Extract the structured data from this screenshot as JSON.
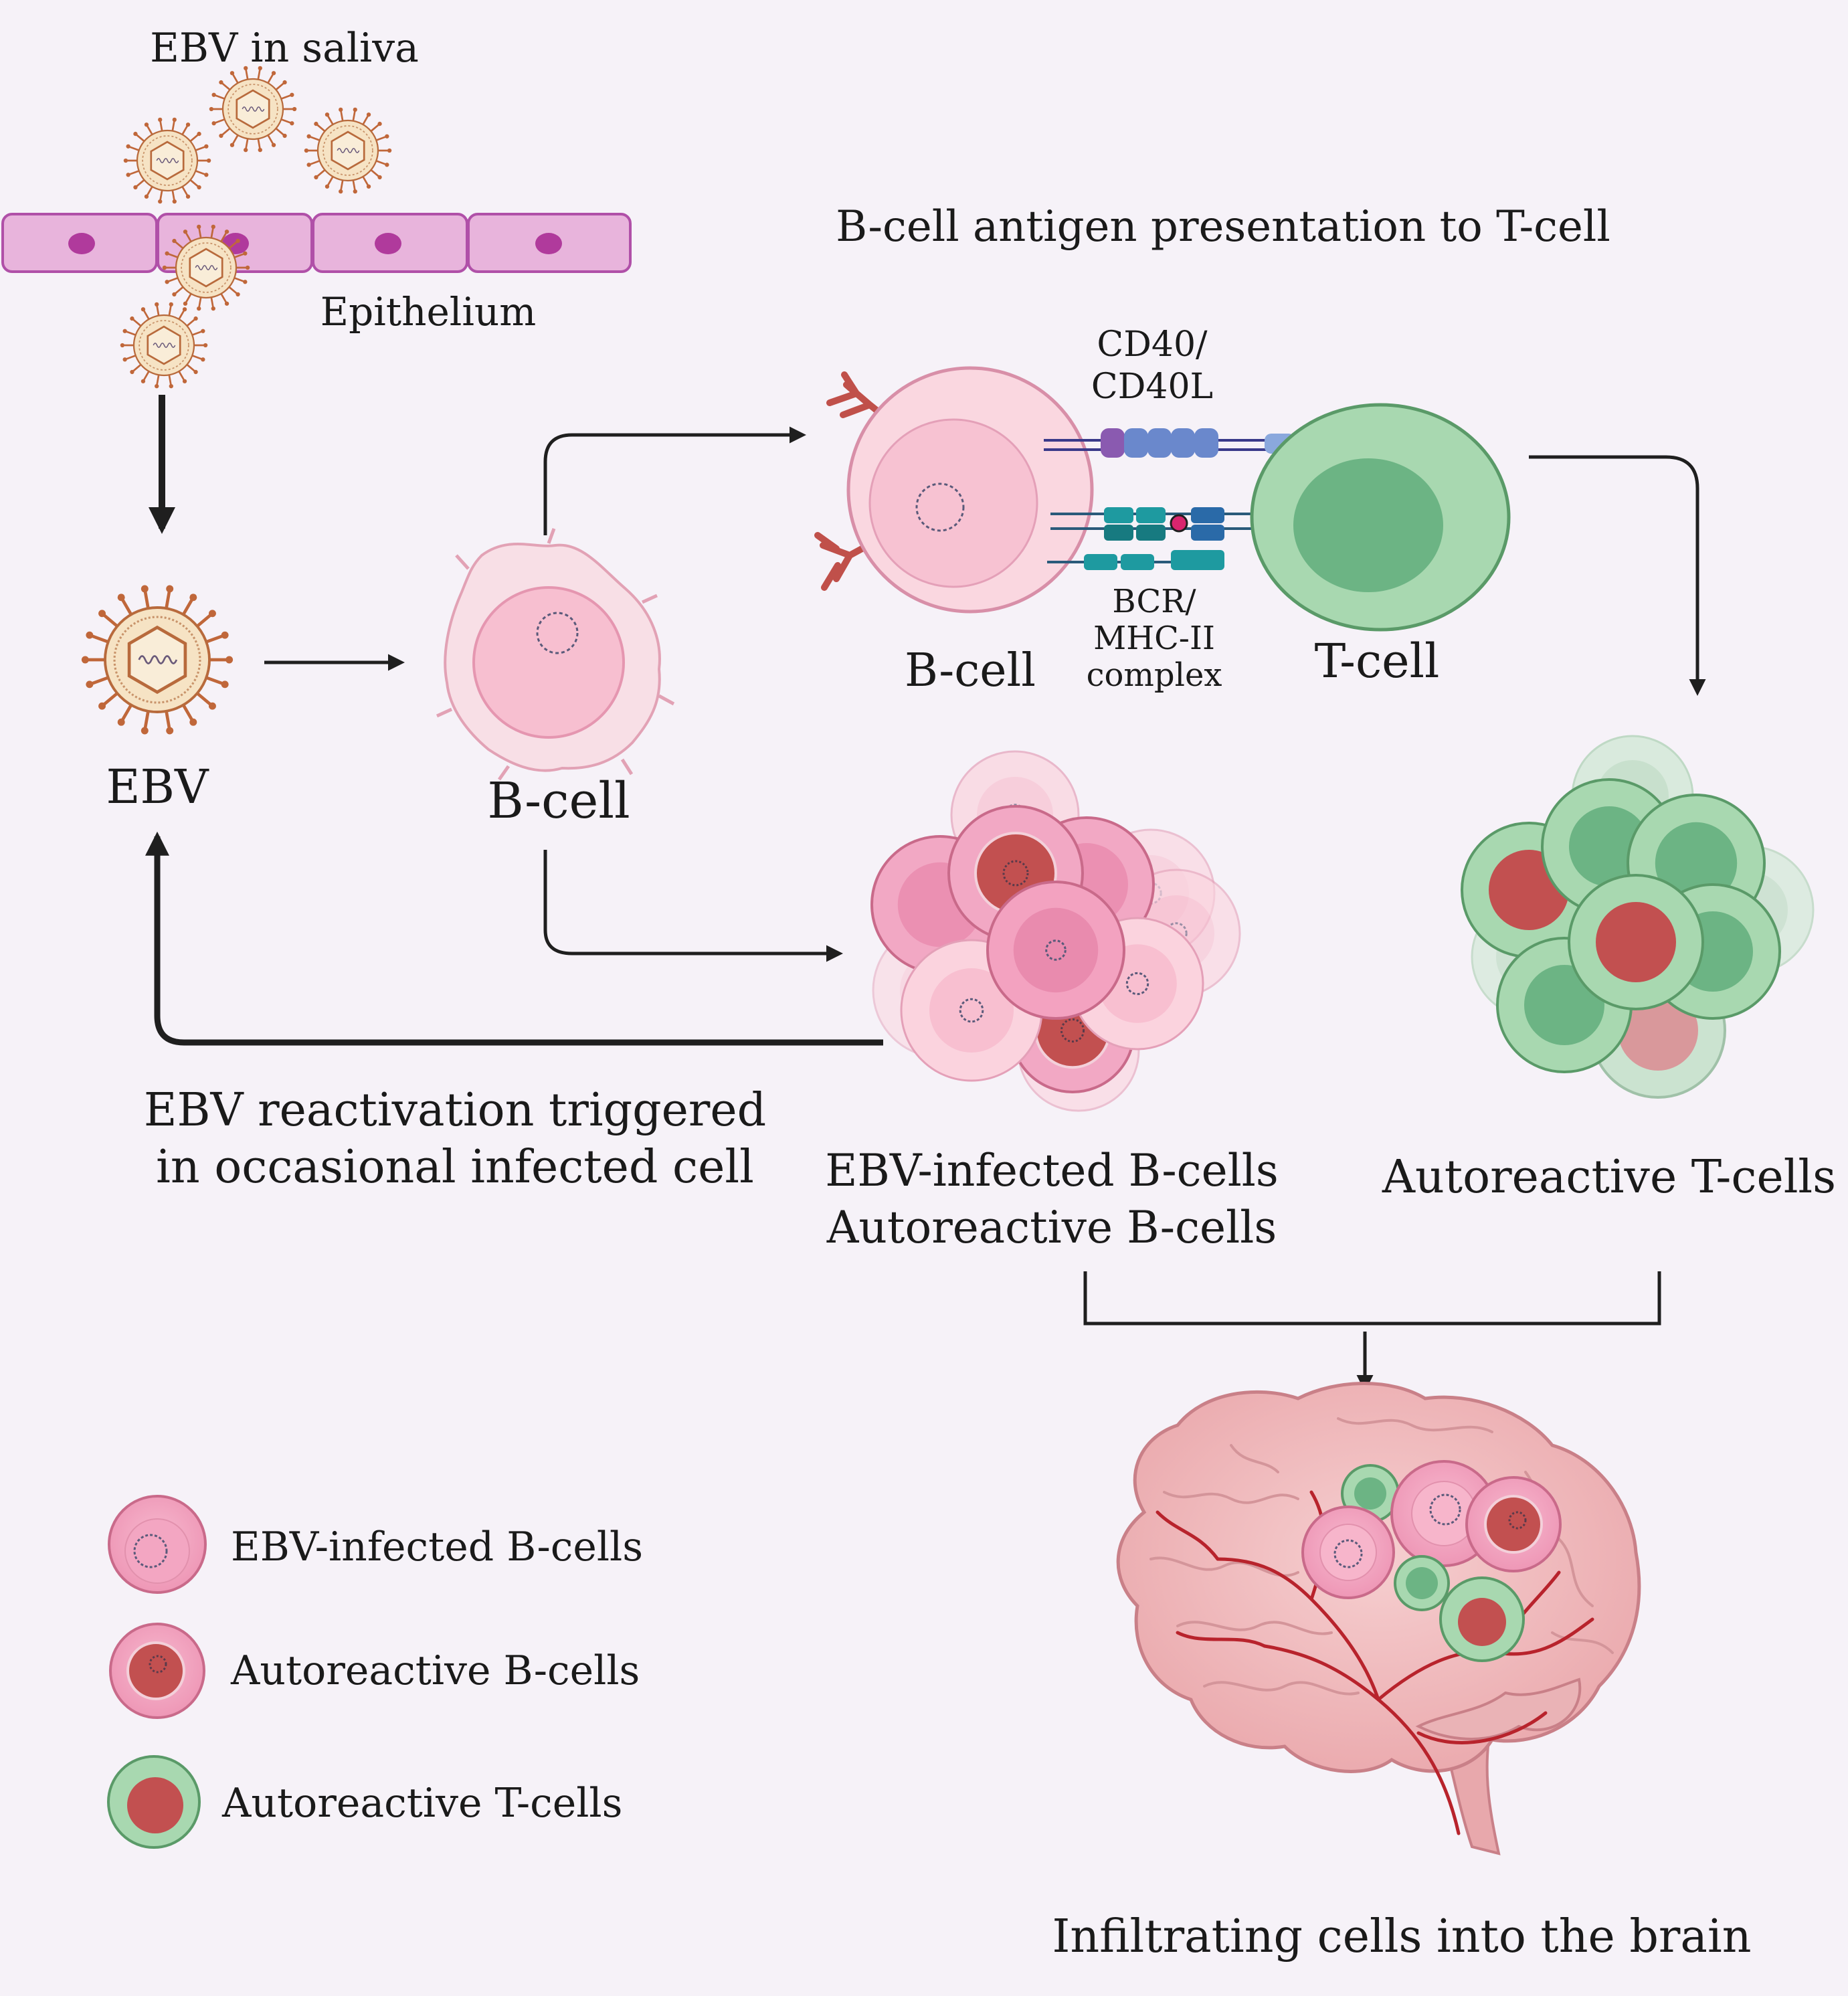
{
  "labels": {
    "ebv_saliva": "EBV in saliva",
    "epithelium": "Epithelium",
    "ebv": "EBV",
    "bcell_naive": "B-cell",
    "presentation_title": "B-cell antigen presentation to T-cell",
    "cd40_line1": "CD40/",
    "cd40_line2": "CD40L",
    "bcr_line1": "BCR/",
    "bcr_line2": "MHC-II",
    "bcr_line3": "complex",
    "bcell_apc": "B-cell",
    "tcell": "T-cell",
    "reactivation_line1": "EBV reactivation triggered",
    "reactivation_line2": "in occasional infected cell",
    "bcluster_line1": "EBV-infected B-cells",
    "bcluster_line2": "Autoreactive B-cells",
    "tcluster": "Autoreactive T-cells",
    "brain_caption": "Infiltrating cells into the brain"
  },
  "legend": [
    {
      "label": "EBV-infected B-cells",
      "icon": "ebv-infected-bcell-icon"
    },
    {
      "label": "Autoreactive B-cells",
      "icon": "autoreactive-bcell-icon"
    },
    {
      "label": "Autoreactive T-cells",
      "icon": "autoreactive-tcell-icon"
    }
  ],
  "colors": {
    "background": "#f6f2f8",
    "epithelium_fill": "#e8b4dc",
    "epithelium_stroke": "#b050a8",
    "epithelium_nucleus": "#b03a9c",
    "virus_capsid": "#f6e3c4",
    "virus_stroke": "#b86a3c",
    "bcell_pink": "#f2a8c4",
    "bcell_light": "#fad0dc",
    "bcell_dark_nucleus": "#c25050",
    "tcell_green": "#a8d8b0",
    "tcell_dark": "#6cb484",
    "antibody_red": "#c0504a",
    "arrow": "#1f1f1f"
  }
}
